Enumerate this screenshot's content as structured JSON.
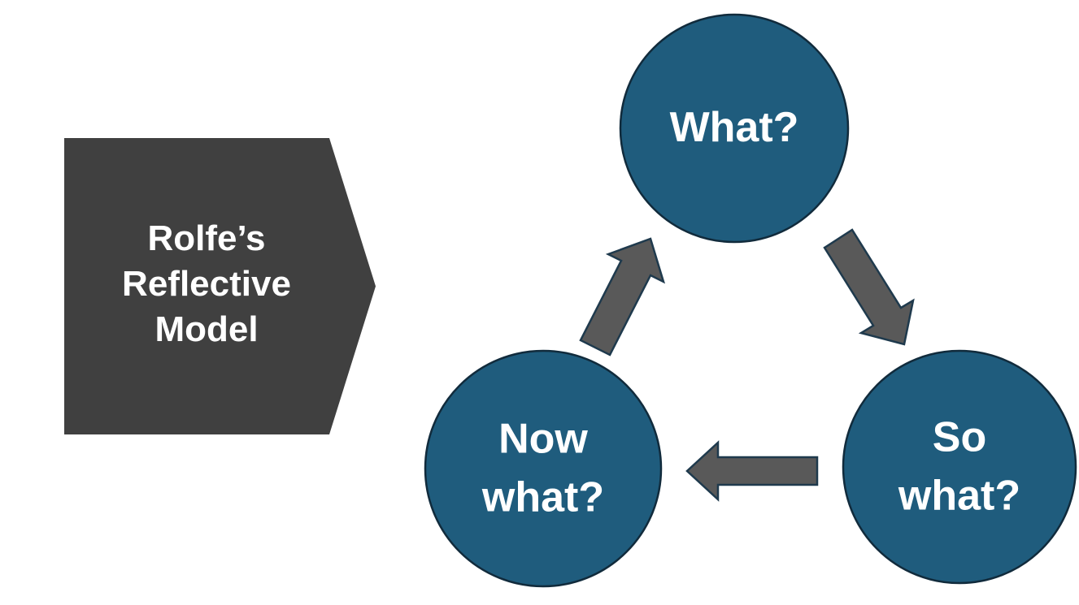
{
  "colors": {
    "background": "#ffffff",
    "banner_fill": "#404040",
    "circle_fill": "#1f5c7d",
    "circle_stroke": "#112b3c",
    "arrow_fill": "#595959",
    "arrow_stroke": "#1f3a4d",
    "text": "#ffffff"
  },
  "banner": {
    "lines": [
      "Rolfe’s",
      "Reflective",
      "Model"
    ]
  },
  "circles": [
    {
      "id": "what",
      "lines": [
        "What?"
      ]
    },
    {
      "id": "so-what",
      "lines": [
        "So",
        "what?"
      ]
    },
    {
      "id": "now-what",
      "lines": [
        "Now",
        "what?"
      ]
    }
  ],
  "arrows": [
    {
      "name": "arrow-what-to-so-what",
      "direction": "down-right"
    },
    {
      "name": "arrow-so-what-to-now-what",
      "direction": "left"
    },
    {
      "name": "arrow-now-what-to-what",
      "direction": "up-right"
    }
  ]
}
